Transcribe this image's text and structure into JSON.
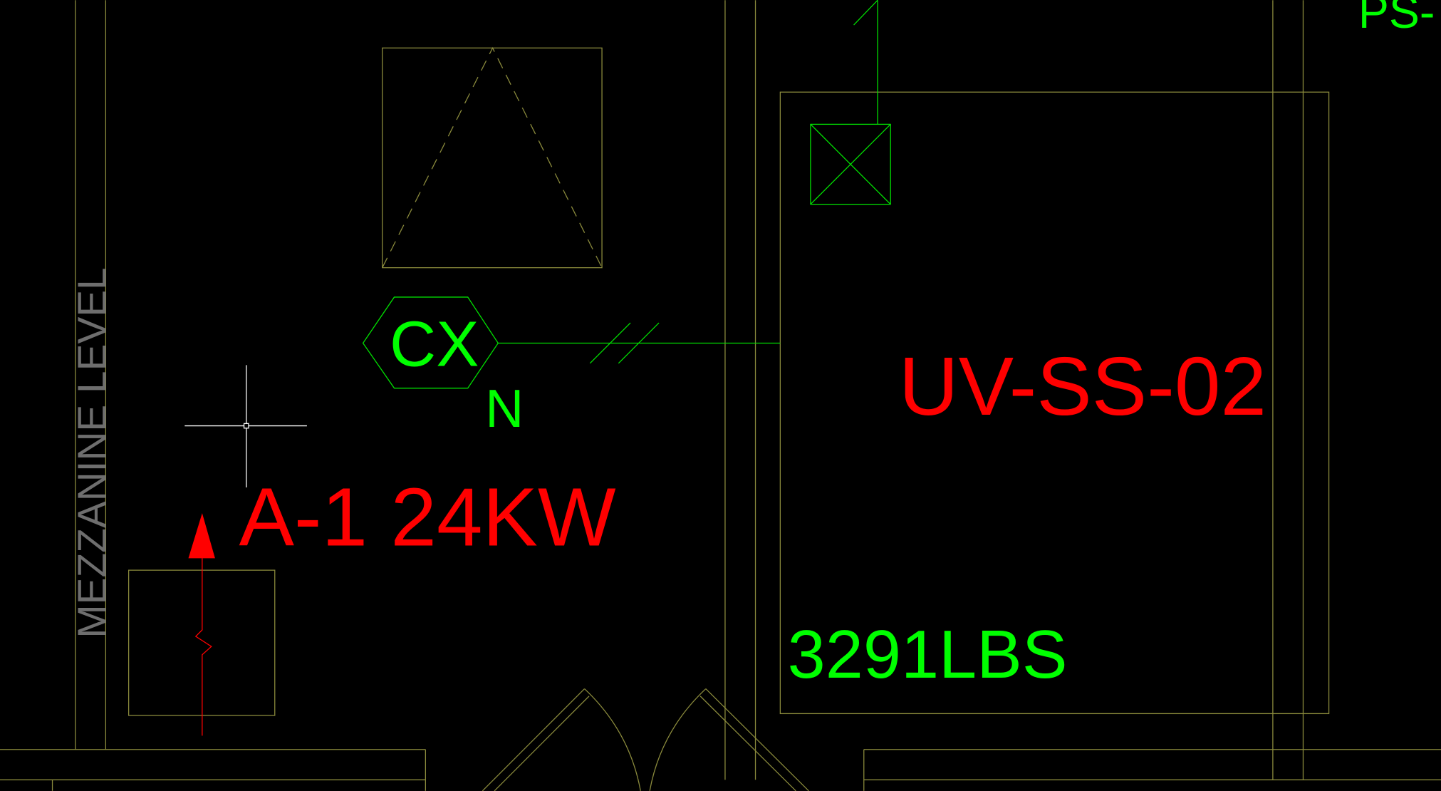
{
  "labels": {
    "mezzanine": "MEZZANINE LEVEL",
    "cx": "CX",
    "n": "N",
    "a1": "A-1 24KW",
    "unit": "UV-SS-02",
    "weight": "3291LBS",
    "ps": "PS-"
  },
  "colors": {
    "red": "#ff0000",
    "green": "#00ff00",
    "gray": "#6e6e6e",
    "wall": "#8a8a3c",
    "cursor": "#ffffff"
  }
}
